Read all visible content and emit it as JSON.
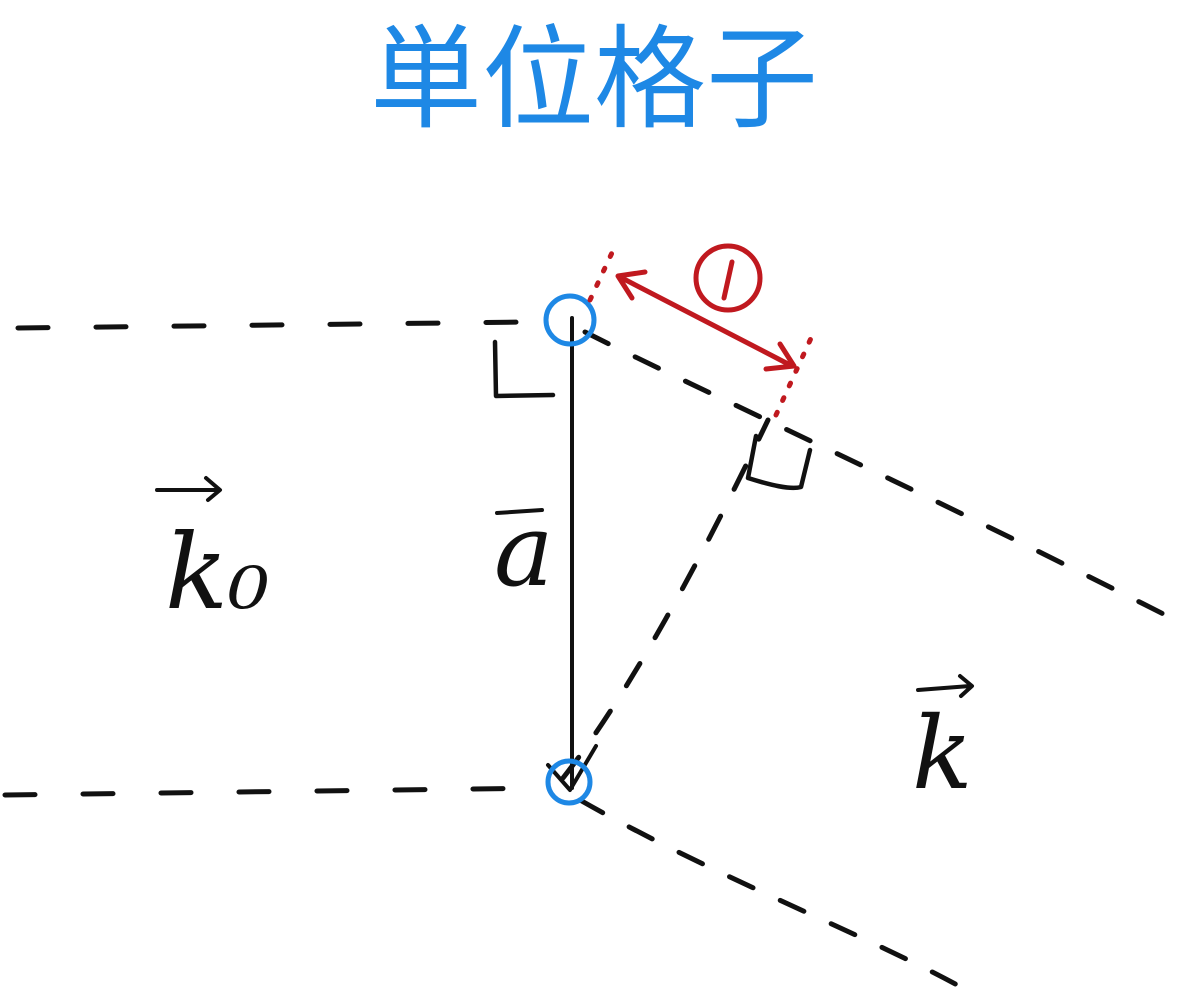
{
  "title": "単位格子",
  "labels": {
    "incident_wavevector": "k₀",
    "scattered_wavevector": "k",
    "lattice_vector": "a",
    "path_difference_marker": "①"
  },
  "colors": {
    "ink": "#111111",
    "title_and_atoms": "#1e88e5",
    "path_difference": "#c0191f",
    "background": "#ffffff"
  }
}
